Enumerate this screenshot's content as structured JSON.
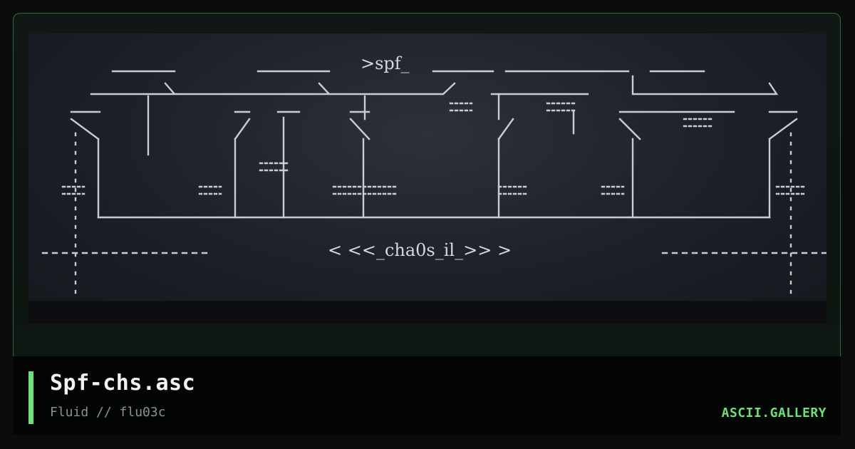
{
  "artwork": {
    "header_text": ">spf_",
    "caption_text": "< <<_cha0s_il_>> >",
    "colors": {
      "art_background": "#1c2027",
      "art_foreground": "#d6d8dc"
    }
  },
  "footer": {
    "title": "Spf-chs.asc",
    "subtitle": "Fluid // flu03c",
    "brand": "ASCII.GALLERY",
    "accent_color": "#6ee07a"
  }
}
